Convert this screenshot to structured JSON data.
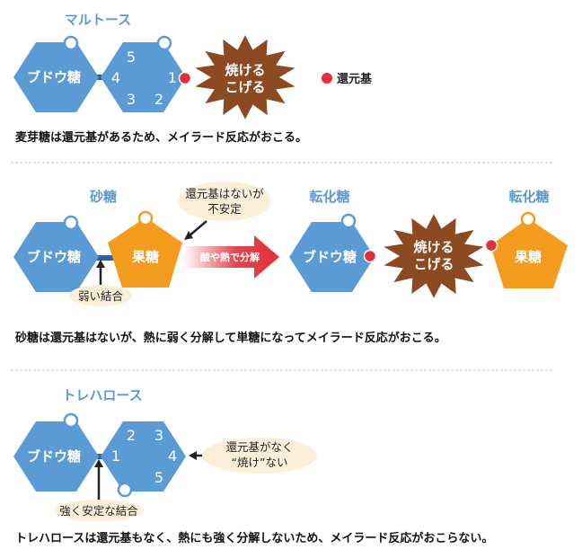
{
  "colors": {
    "glucose": "#5b9bd5",
    "fructose": "#f39c1f",
    "burst": "#8b4a22",
    "reducing_group": "#e0313a",
    "bond": "#2e5fa8",
    "bubble": "#fcefd9",
    "arrow_red": "#e0313a"
  },
  "legend": {
    "label": "還元基",
    "icon": "red-dot-icon"
  },
  "maltose": {
    "title": "マルトース",
    "glucose_label": "ブドウ糖",
    "ring_numbers": [
      "5",
      "4",
      "1",
      "3",
      "2"
    ],
    "burst_line1": "焼ける",
    "burst_line2": "こげる",
    "caption": "麦芽糖は還元基があるため、メイラード反応がおこる。"
  },
  "sucrose": {
    "title": "砂糖",
    "glucose_label": "ブドウ糖",
    "fructose_label": "果糖",
    "weak_bond_label": "弱い結合",
    "unstable_line1": "還元基はないが",
    "unstable_line2": "不安定",
    "arrow_label": "酸や熱で分解",
    "invert_title_1": "転化糖",
    "invert_title_2": "転化糖",
    "invert_glucose_label": "ブドウ糖",
    "invert_fructose_label": "果糖",
    "burst_line1": "焼ける",
    "burst_line2": "こげる",
    "caption": "砂糖は還元基はないが、熱に弱く分解して単糖になってメイラード反応がおこる。"
  },
  "trehalose": {
    "title": "トレハロース",
    "glucose_label": "ブドウ糖",
    "ring_numbers": [
      "2",
      "3",
      "1",
      "4",
      "5"
    ],
    "strong_bond_label": "強く安定な結合",
    "no_reducing_line1": "還元基がなく",
    "no_reducing_line2": "“焼け”ない",
    "caption": "トレハロースは還元基もなく、熱にも強く分解しないため、メイラード反応がおこらない。"
  }
}
